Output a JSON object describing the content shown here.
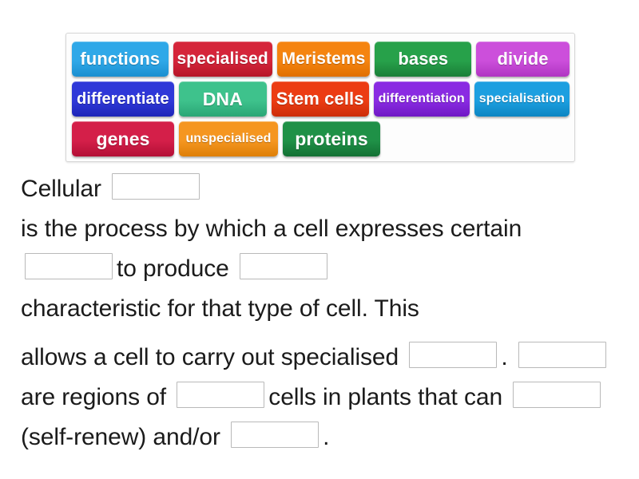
{
  "word_bank": {
    "name": "word-bank",
    "rows": [
      [
        {
          "label": "functions",
          "color": "#2fa8e8",
          "color_dark": "#1b8fd0",
          "width": 128,
          "font_size": 22
        },
        {
          "label": "specialised",
          "color": "#d5253a",
          "color_dark": "#b61528",
          "width": 124,
          "font_size": 21
        },
        {
          "label": "Meristems",
          "color": "#f58410",
          "color_dark": "#e06f00",
          "width": 122,
          "font_size": 21
        },
        {
          "label": "bases",
          "color": "#27a14a",
          "color_dark": "#1a7f38",
          "width": 128,
          "font_size": 22
        },
        {
          "label": "divide",
          "color": "#cc4fdb",
          "color_dark": "#b034c2",
          "width": 124,
          "font_size": 22
        }
      ],
      [
        {
          "label": "differentiate",
          "color": "#2f38d8",
          "color_dark": "#1d25b8",
          "width": 128,
          "font_size": 20
        },
        {
          "label": "DNA",
          "color": "#3ec28c",
          "color_dark": "#2aa675",
          "width": 124,
          "font_size": 23
        },
        {
          "label": "Stem cells",
          "color": "#ec3c13",
          "color_dark": "#cc2c08",
          "width": 122,
          "font_size": 22
        },
        {
          "label": "differentiation",
          "color": "#8a2be2",
          "color_dark": "#6f17c4",
          "width": 128,
          "font_size": 16
        },
        {
          "label": "specialisation",
          "color": "#1c9fe0",
          "color_dark": "#0c85c2",
          "width": 124,
          "font_size": 16
        }
      ],
      [
        {
          "label": "genes",
          "color": "#d41f49",
          "color_dark": "#b30f36",
          "width": 128,
          "font_size": 23
        },
        {
          "label": "unspecialised",
          "color": "#f59620",
          "color_dark": "#de7f07",
          "width": 124,
          "font_size": 16
        },
        {
          "label": "proteins",
          "color": "#1f9147",
          "color_dark": "#137034",
          "width": 122,
          "font_size": 23
        }
      ]
    ]
  },
  "sentence": {
    "segments": [
      {
        "type": "text",
        "value": "Cellular"
      },
      {
        "type": "blank",
        "name": "blank-1"
      },
      {
        "type": "text",
        "value": "is the process by which a cell expresses certain"
      },
      {
        "type": "blank",
        "name": "blank-2"
      },
      {
        "type": "text",
        "value": "to produce"
      },
      {
        "type": "blank",
        "name": "blank-3"
      },
      {
        "type": "text",
        "value": "characteristic for that type of cell. This"
      },
      {
        "type": "break"
      },
      {
        "type": "text",
        "value": "allows a cell to carry out specialised"
      },
      {
        "type": "blank",
        "name": "blank-4"
      },
      {
        "type": "text",
        "value": "."
      },
      {
        "type": "blank",
        "name": "blank-5"
      },
      {
        "type": "text",
        "value": "are regions of"
      },
      {
        "type": "blank",
        "name": "blank-6"
      },
      {
        "type": "text",
        "value": "cells in plants that can"
      },
      {
        "type": "blank",
        "name": "blank-7"
      },
      {
        "type": "text",
        "value": "(self-renew) and/or"
      },
      {
        "type": "blank",
        "name": "blank-8"
      },
      {
        "type": "text",
        "value": "."
      }
    ]
  }
}
